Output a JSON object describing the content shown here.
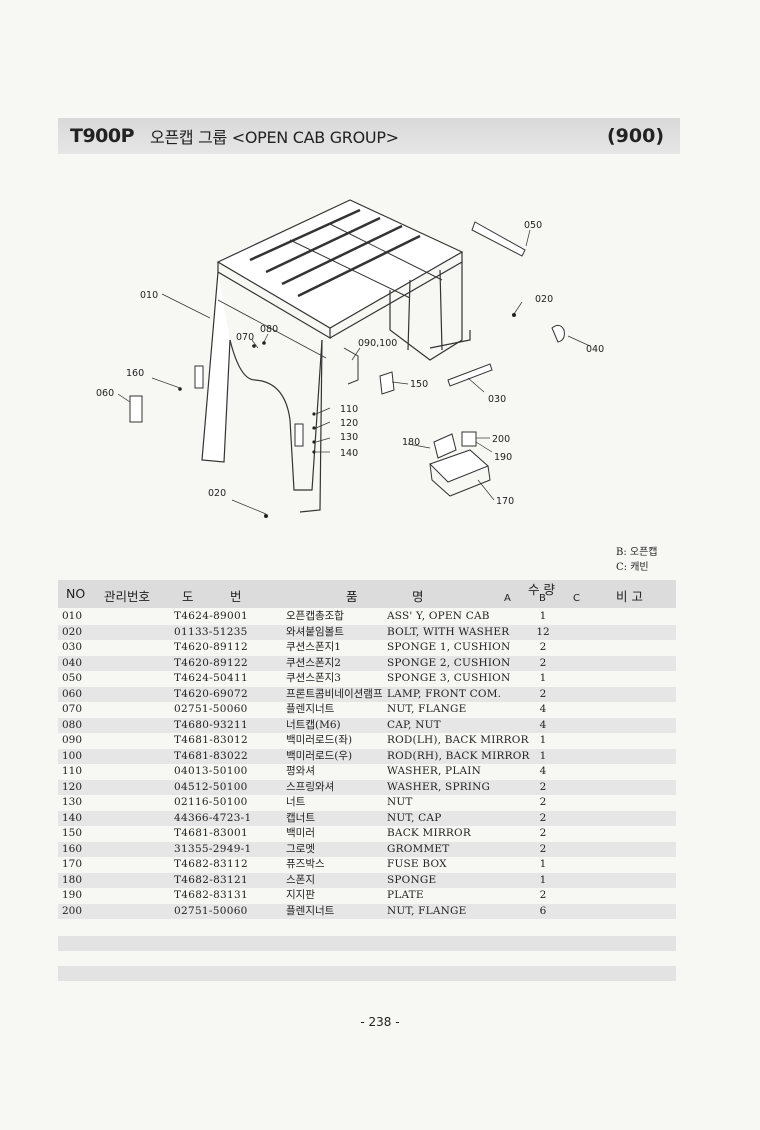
{
  "header": {
    "model": "T900P",
    "title": "오픈캡 그룹 <OPEN CAB GROUP>",
    "code": "(900)"
  },
  "legend": {
    "b": "B: 오픈캡",
    "c": "C: 캐빈"
  },
  "table": {
    "headers": {
      "no": "NO",
      "mgmt": "관리번호",
      "part_a": "도",
      "part_b": "번",
      "name_a": "품",
      "name_b": "명",
      "qty": "수 량",
      "qa": "A",
      "qb": "B",
      "qc": "C",
      "remark": "비 고"
    },
    "rows": [
      {
        "no": "010",
        "part": "T4624-89001",
        "ko": "오픈캡총조합",
        "en": "ASS' Y, OPEN CAB",
        "qty": "1"
      },
      {
        "no": "020",
        "part": "01133-51235",
        "ko": "와셔붙임볼트",
        "en": "BOLT, WITH WASHER",
        "qty": "12"
      },
      {
        "no": "030",
        "part": "T4620-89112",
        "ko": "쿠션스폰지1",
        "en": "SPONGE 1, CUSHION",
        "qty": "2"
      },
      {
        "no": "040",
        "part": "T4620-89122",
        "ko": "쿠션스폰지2",
        "en": "SPONGE 2, CUSHION",
        "qty": "2"
      },
      {
        "no": "050",
        "part": "T4624-50411",
        "ko": "쿠션스폰지3",
        "en": "SPONGE 3, CUSHION",
        "qty": "1"
      },
      {
        "no": "060",
        "part": "T4620-69072",
        "ko": "프론트콤비네이션램프",
        "en": "LAMP, FRONT COM.",
        "qty": "2"
      },
      {
        "no": "070",
        "part": "02751-50060",
        "ko": "플렌지너트",
        "en": "NUT, FLANGE",
        "qty": "4"
      },
      {
        "no": "080",
        "part": "T4680-93211",
        "ko": "너트캡(M6)",
        "en": "CAP, NUT",
        "qty": "4"
      },
      {
        "no": "090",
        "part": "T4681-83012",
        "ko": "백미러로드(좌)",
        "en": "ROD(LH), BACK MIRROR",
        "qty": "1"
      },
      {
        "no": "100",
        "part": "T4681-83022",
        "ko": "백미러로드(우)",
        "en": "ROD(RH), BACK MIRROR",
        "qty": "1"
      },
      {
        "no": "110",
        "part": "04013-50100",
        "ko": "평와셔",
        "en": "WASHER, PLAIN",
        "qty": "4"
      },
      {
        "no": "120",
        "part": "04512-50100",
        "ko": "스프링와셔",
        "en": "WASHER, SPRING",
        "qty": "2"
      },
      {
        "no": "130",
        "part": "02116-50100",
        "ko": "너트",
        "en": "NUT",
        "qty": "2"
      },
      {
        "no": "140",
        "part": "44366-4723-1",
        "ko": "캡너트",
        "en": "NUT, CAP",
        "qty": "2"
      },
      {
        "no": "150",
        "part": "T4681-83001",
        "ko": "백미러",
        "en": "BACK MIRROR",
        "qty": "2"
      },
      {
        "no": "160",
        "part": "31355-2949-1",
        "ko": "그로멧",
        "en": "GROMMET",
        "qty": "2"
      },
      {
        "no": "170",
        "part": "T4682-83112",
        "ko": "퓨즈박스",
        "en": "FUSE BOX",
        "qty": "1"
      },
      {
        "no": "180",
        "part": "T4682-83121",
        "ko": "스폰지",
        "en": "SPONGE",
        "qty": "1"
      },
      {
        "no": "190",
        "part": "T4682-83131",
        "ko": "지지판",
        "en": "PLATE",
        "qty": "2"
      },
      {
        "no": "200",
        "part": "02751-50060",
        "ko": "플렌지너트",
        "en": "NUT, FLANGE",
        "qty": "6"
      }
    ]
  },
  "diagram": {
    "callouts": {
      "c010": "010",
      "c020a": "020",
      "c020b": "020",
      "c030": "030",
      "c040": "040",
      "c050": "050",
      "c060": "060",
      "c070": "070",
      "c080": "080",
      "c090": "090,100",
      "c110": "110",
      "c120": "120",
      "c130": "130",
      "c140": "140",
      "c150": "150",
      "c160": "160",
      "c170": "170",
      "c180": "180",
      "c190": "190",
      "c200": "200"
    }
  },
  "footer": {
    "page": "- 238 -"
  }
}
